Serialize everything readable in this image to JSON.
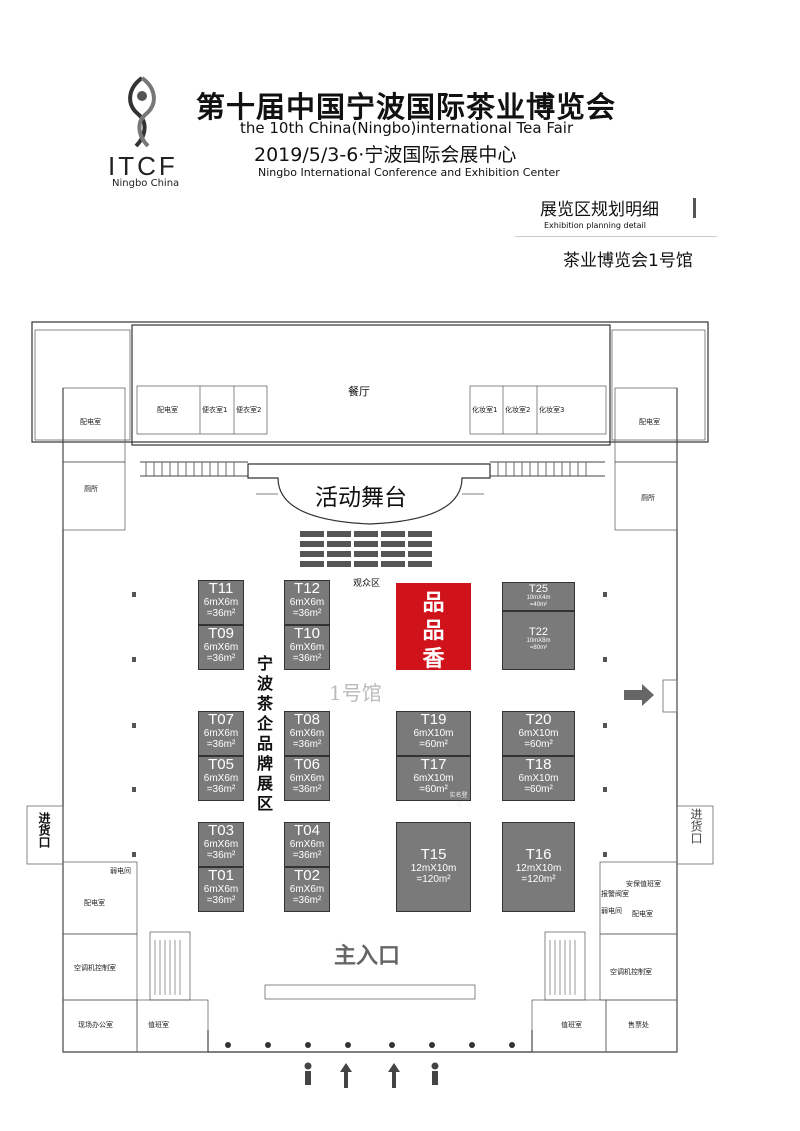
{
  "header": {
    "title_cn": "第十届中国宁波国际茶业博览会",
    "title_en": "the 10th China(Ningbo)international Tea Fair",
    "date_place": "2019/5/3-6·宁波国际会展中心",
    "venue_en": "Ningbo International Conference and Exhibition Center",
    "logo_text": "ITCF",
    "logo_sub": "Ningbo China"
  },
  "section": {
    "title": "展览区规划明细",
    "subtitle": "Exhibition planning detail",
    "hall": "茶业博览会1号馆"
  },
  "plan": {
    "dining": "餐厅",
    "stage": "活动舞台",
    "audience": "观众区",
    "hall_label": "1号馆",
    "zone_label": "宁波茶企品牌展区",
    "main_entrance": "主入口",
    "goods_entrance_left": "进货口",
    "goods_entrance_right": "进货口",
    "brand": [
      "品",
      "品",
      "香"
    ],
    "registration": "实名登记"
  },
  "rooms": {
    "power_tl": "配电室",
    "changing1": "便衣室1",
    "changing2": "便衣室2",
    "makeup1": "化妆室1",
    "makeup2": "化妆室2",
    "makeup3": "化妆室3",
    "power_l": "配电室",
    "power_r": "配电室",
    "toilet_l": "厕所",
    "toilet_r": "厕所",
    "power_bl": "配电室",
    "weak_l": "弱电间",
    "ac_l": "空调机控制室",
    "office_l": "现场办公室",
    "duty_l": "值班室",
    "security_r": "安保值班室",
    "alarm_r": "报警阀室",
    "weak_r": "弱电间",
    "power_br": "配电室",
    "ac_r": "空调机控制室",
    "duty_r": "值班室",
    "ticket_r": "售票处"
  },
  "booths": [
    {
      "code": "T11",
      "size": "6mX6m",
      "area": "=36m²"
    },
    {
      "code": "T09",
      "size": "6mX6m",
      "area": "=36m²"
    },
    {
      "code": "T12",
      "size": "6mX6m",
      "area": "=36m²"
    },
    {
      "code": "T10",
      "size": "6mX6m",
      "area": "=36m²"
    },
    {
      "code": "T25",
      "size": "10mX4m",
      "area": "=40m²"
    },
    {
      "code": "T22",
      "size": "10mX8m",
      "area": "=80m²"
    },
    {
      "code": "T07",
      "size": "6mX6m",
      "area": "=36m²"
    },
    {
      "code": "T05",
      "size": "6mX6m",
      "area": "=36m²"
    },
    {
      "code": "T08",
      "size": "6mX6m",
      "area": "=36m²"
    },
    {
      "code": "T06",
      "size": "6mX6m",
      "area": "=36m²"
    },
    {
      "code": "T19",
      "size": "6mX10m",
      "area": "=60m²"
    },
    {
      "code": "T17",
      "size": "6mX10m",
      "area": "=60m²"
    },
    {
      "code": "T20",
      "size": "6mX10m",
      "area": "=60m²"
    },
    {
      "code": "T18",
      "size": "6mX10m",
      "area": "=60m²"
    },
    {
      "code": "T03",
      "size": "6mX6m",
      "area": "=36m²"
    },
    {
      "code": "T01",
      "size": "6mX6m",
      "area": "=36m²"
    },
    {
      "code": "T04",
      "size": "6mX6m",
      "area": "=36m²"
    },
    {
      "code": "T02",
      "size": "6mX6m",
      "area": "=36m²"
    },
    {
      "code": "T15",
      "size": "12mX10m",
      "area": "=120m²"
    },
    {
      "code": "T16",
      "size": "12mX10m",
      "area": "=120m²"
    }
  ],
  "colors": {
    "booth": "#7a7a7a",
    "brand": "#d0121b",
    "wall": "#333333"
  }
}
